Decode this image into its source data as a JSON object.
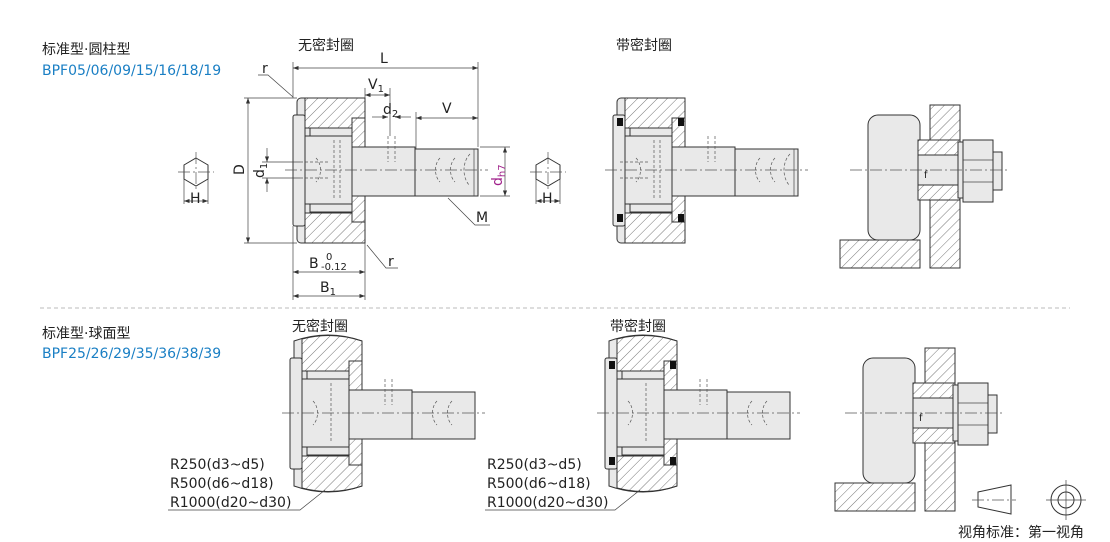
{
  "section1": {
    "type_label": "标准型·圆柱型",
    "models": "BPF05/06/09/15/16/18/19",
    "view_no_seal": "无密封圈",
    "view_with_seal": "带密封圈"
  },
  "section2": {
    "type_label": "标准型·球面型",
    "models": "BPF25/26/29/35/36/38/39",
    "view_no_seal": "无密封圈",
    "view_with_seal": "带密封圈",
    "radius_notes": [
      "R250(d3~d5)",
      "R500(d6~d18)",
      "R1000(d20~d30)"
    ]
  },
  "dimensions": {
    "L": "L",
    "V1": "V",
    "V1_sub": "1",
    "d2": "d",
    "d2_sub": "2",
    "V": "V",
    "D": "D",
    "d1": "d",
    "d1_sub": "1",
    "dh7": "d",
    "dh7_sub": "h7",
    "M": "M",
    "r_top": "r",
    "r_bottom": "r",
    "B": "B",
    "B_tol_upper": "0",
    "B_tol_lower": "-0.12",
    "B1": "B",
    "B1_sub": "1",
    "H": "H",
    "H2": "H",
    "f": "f"
  },
  "projection_note": "视角标准：第一视角",
  "colors": {
    "accent_blue": "#1a7fc4",
    "dh7_magenta": "#a0208a"
  }
}
